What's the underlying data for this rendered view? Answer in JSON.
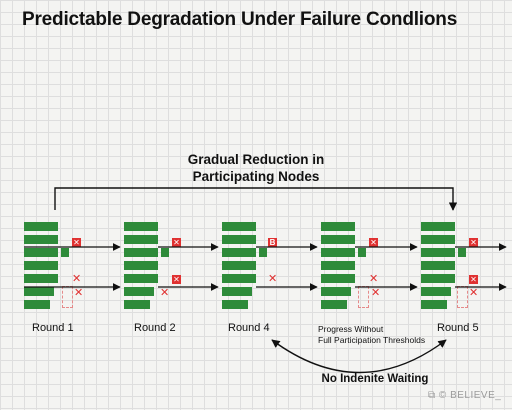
{
  "title": "Predictable Degradation Under Failure Condlions",
  "top_label": [
    "Gradual Reduction in",
    "Participating Nodes"
  ],
  "bottom_label": "No Indenite Waiting",
  "rounds": [
    {
      "label": "Round 1"
    },
    {
      "label": "Round 2"
    },
    {
      "label": "Round 4"
    },
    {
      "label": "",
      "note": [
        "Progress Without",
        "Full Participation Thresholds"
      ]
    },
    {
      "label": "Round 5"
    }
  ],
  "watermark": "⧉ © BELIEVE_",
  "colors": {
    "node": "#2e8b3a",
    "failure": "#e03131",
    "arrow": "#111111"
  }
}
